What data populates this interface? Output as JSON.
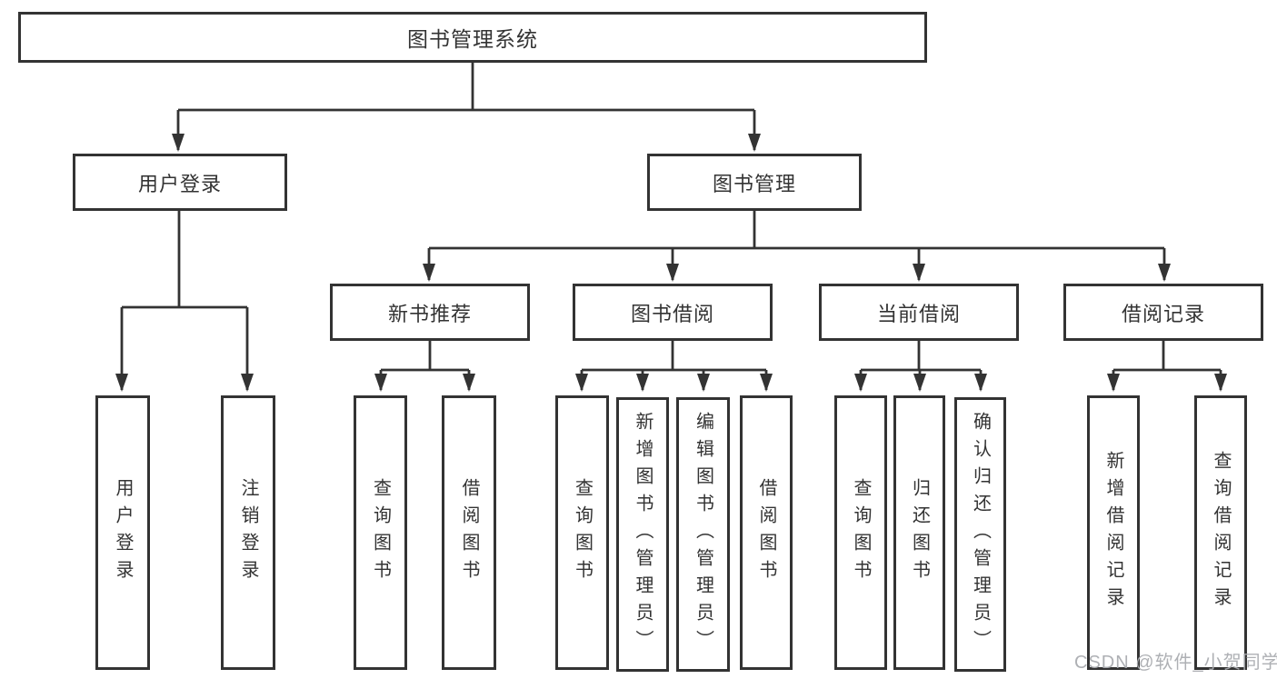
{
  "diagram": {
    "type": "tree",
    "colors": {
      "line": "#333333",
      "box_border": "#333333",
      "box_fill": "#ffffff",
      "text": "#333333",
      "watermark": "#aaacb0"
    },
    "nodes": {
      "root": "图书管理系统",
      "user_login": "用户登录",
      "book_management": "图书管理",
      "new_book_recommend": "新书推荐",
      "book_borrow": "图书借阅",
      "current_borrow": "当前借阅",
      "borrow_record": "借阅记录",
      "leaf_user_login": "用户登录",
      "leaf_logout": "注销登录",
      "leaf_nb_query_book": "查询图书",
      "leaf_nb_borrow_book": "借阅图书",
      "leaf_bb_query_book": "查询图书",
      "leaf_bb_add_book": "新增图书（管理员）",
      "leaf_bb_edit_book": "编辑图书（管理员）",
      "leaf_bb_borrow_book": "借阅图书",
      "leaf_cb_query_book": "查询图书",
      "leaf_cb_return_book": "归还图书",
      "leaf_cb_confirm_return": "确认归还（管理员）",
      "leaf_br_add_record": "新增借阅记录",
      "leaf_br_query_record": "查询借阅记录"
    },
    "hierarchy": {
      "图书管理系统": {
        "用户登录": [
          "用户登录",
          "注销登录"
        ],
        "图书管理": {
          "新书推荐": [
            "查询图书",
            "借阅图书"
          ],
          "图书借阅": [
            "查询图书",
            "新增图书（管理员）",
            "编辑图书（管理员）",
            "借阅图书"
          ],
          "当前借阅": [
            "查询图书",
            "归还图书",
            "确认归还（管理员）"
          ],
          "借阅记录": [
            "新增借阅记录",
            "查询借阅记录"
          ]
        }
      }
    },
    "watermark": "CSDN @软件_小贺同学"
  }
}
